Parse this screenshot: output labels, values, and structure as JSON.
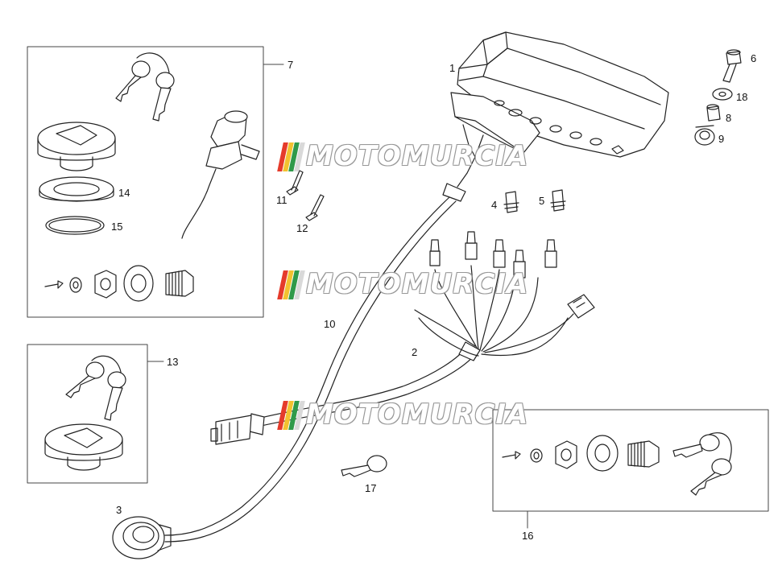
{
  "watermark": {
    "text": "MOTOMURCIA",
    "stripe_colors": [
      "#e53b2b",
      "#f2c230",
      "#2f9a4a",
      "#d9d9d9"
    ]
  },
  "callouts": {
    "c1": "1",
    "c2": "2",
    "c3": "3",
    "c4": "4",
    "c5": "5",
    "c6": "6",
    "c7": "7",
    "c8": "8",
    "c9": "9",
    "c10": "10",
    "c11": "11",
    "c12": "12",
    "c13": "13",
    "c14": "14",
    "c15": "15",
    "c16": "16",
    "c17": "17",
    "c18": "18"
  },
  "colors": {
    "line": "#222222",
    "box": "#444444",
    "background": "#ffffff"
  }
}
